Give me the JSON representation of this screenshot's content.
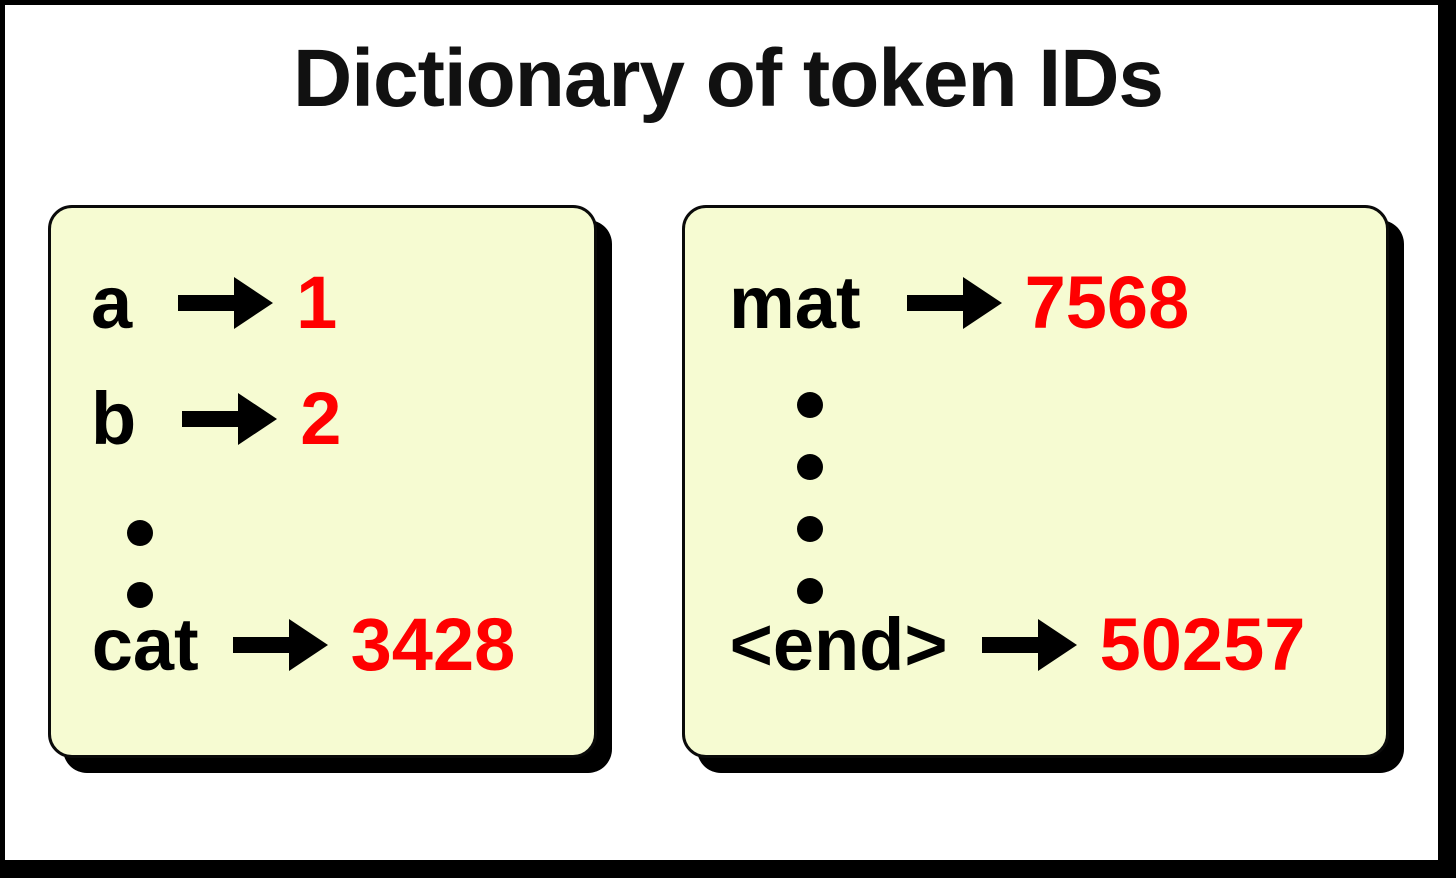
{
  "title": "Dictionary of token IDs",
  "colors": {
    "card_fill": "#F6FBD2",
    "card_border": "#000000",
    "shadow": "#000000",
    "token_text": "#000000",
    "token_id_text": "#FF0000",
    "title_text": "#111111",
    "page_background": "#FFFFFF"
  },
  "icons": {
    "arrow": "right-arrow-icon",
    "ellipsis_dot": "ellipsis-dot-icon"
  },
  "cards": [
    {
      "name": "left",
      "entries": [
        {
          "token": "a",
          "id": "1"
        },
        {
          "token": "b",
          "id": "2"
        }
      ],
      "ellipsis_dots": 2,
      "last_entry": {
        "token": "cat",
        "id": "3428"
      }
    },
    {
      "name": "right",
      "entries": [
        {
          "token": "mat",
          "id": "7568"
        }
      ],
      "ellipsis_dots": 4,
      "last_entry": {
        "token": "<end>",
        "id": "50257"
      }
    }
  ]
}
